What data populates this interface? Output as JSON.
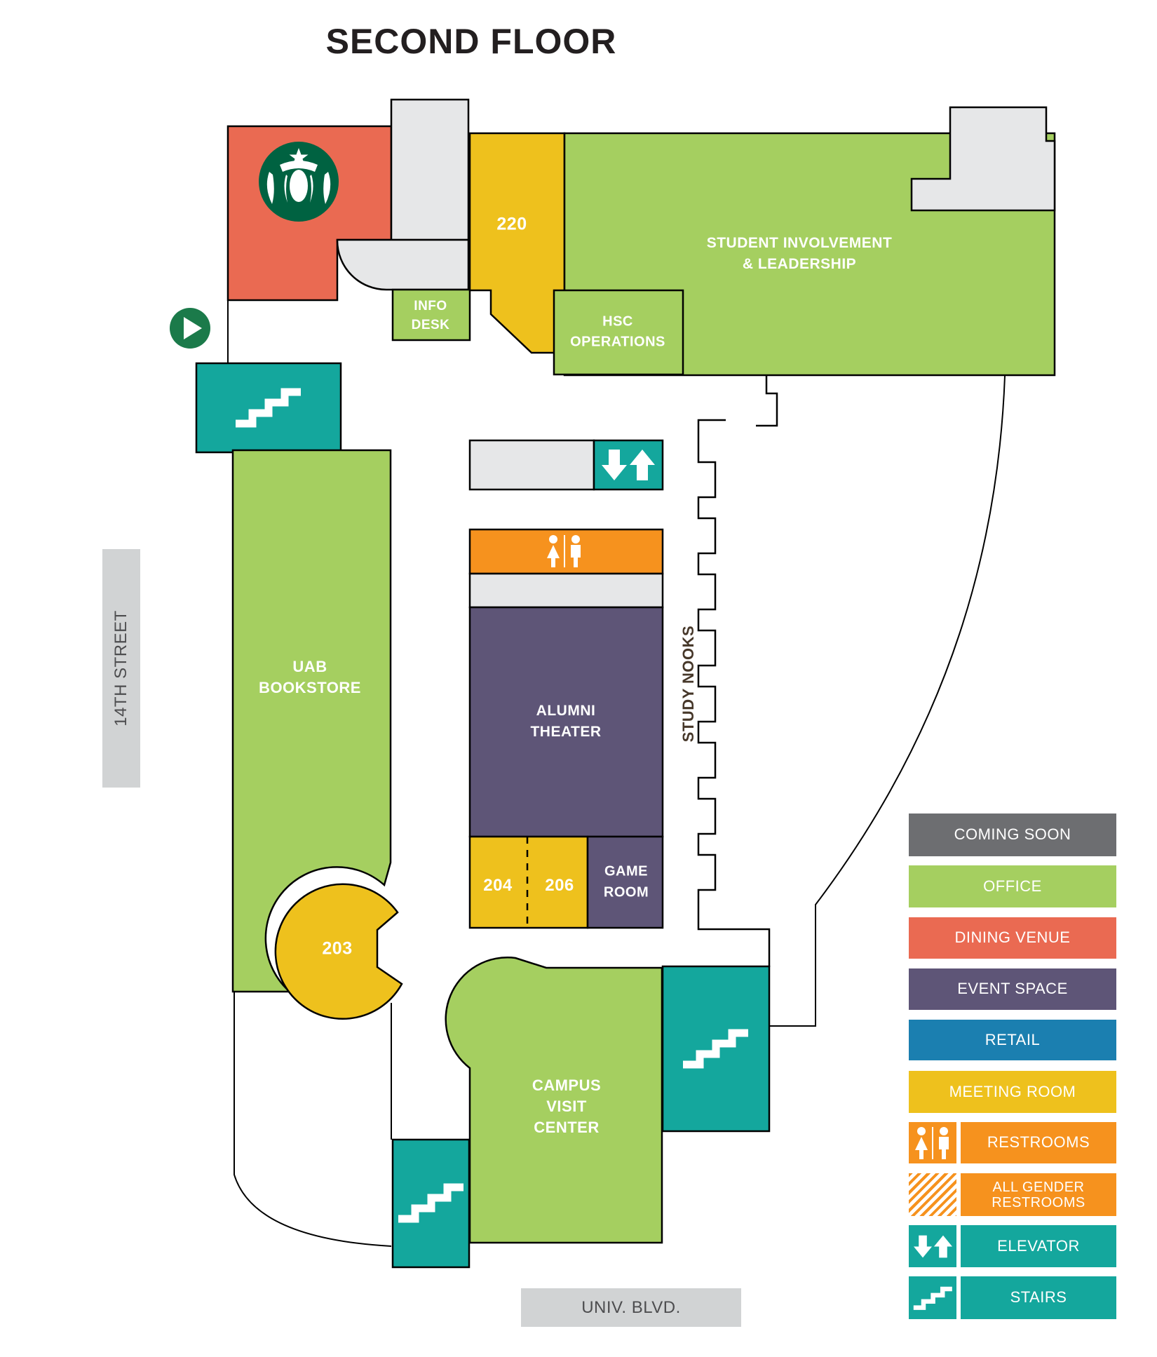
{
  "title": "SECOND FLOOR",
  "streets": {
    "left": "14TH STREET",
    "bottom": "UNIV. BLVD."
  },
  "rooms": {
    "room220": {
      "label": "220"
    },
    "student_involvement": {
      "line1": "STUDENT INVOLVEMENT",
      "line2": "& LEADERSHIP"
    },
    "info_desk": {
      "line1": "INFO",
      "line2": "DESK"
    },
    "hsc_operations": {
      "line1": "HSC",
      "line2": "OPERATIONS"
    },
    "uab_bookstore": {
      "line1": "UAB",
      "line2": "BOOKSTORE"
    },
    "alumni_theater": {
      "line1": "ALUMNI",
      "line2": "THEATER"
    },
    "study_nooks": {
      "label": "STUDY NOOKS"
    },
    "room204": {
      "label": "204"
    },
    "room206": {
      "label": "206"
    },
    "game_room": {
      "line1": "GAME",
      "line2": "ROOM"
    },
    "room203": {
      "label": "203"
    },
    "campus_visit_center": {
      "line1": "CAMPUS",
      "line2": "VISIT",
      "line3": "CENTER"
    }
  },
  "legend": {
    "items": [
      {
        "label": "COMING SOON",
        "key": "coming_soon"
      },
      {
        "label": "OFFICE",
        "key": "office"
      },
      {
        "label": "DINING VENUE",
        "key": "dining"
      },
      {
        "label": "EVENT SPACE",
        "key": "event"
      },
      {
        "label": "RETAIL",
        "key": "retail"
      },
      {
        "label": "MEETING ROOM",
        "key": "meeting"
      },
      {
        "label": "RESTROOMS",
        "key": "restrooms",
        "icon": "restrooms-icon"
      },
      {
        "line1": "ALL GENDER",
        "line2": "RESTROOMS",
        "key": "restrooms",
        "icon": "all-gender-hatch-icon"
      },
      {
        "label": "ELEVATOR",
        "key": "elevator",
        "icon": "elevator-icon"
      },
      {
        "label": "STAIRS",
        "key": "elevator",
        "icon": "stairs-icon"
      }
    ]
  },
  "colors": {
    "coming_soon": "#6d6e71",
    "office": "#a5cf60",
    "dining": "#ea6a52",
    "event": "#5e5577",
    "retail": "#1b7fb0",
    "meeting": "#eec11d",
    "restrooms": "#f6921e",
    "elevator": "#14a79d",
    "walkway_gray": "#e6e7e8",
    "street_gray": "#d1d3d4",
    "starbucks_green": "#006241",
    "play_green": "#1b7a4a",
    "study_nooks_text": "#463729",
    "wall_black": "#000000"
  }
}
